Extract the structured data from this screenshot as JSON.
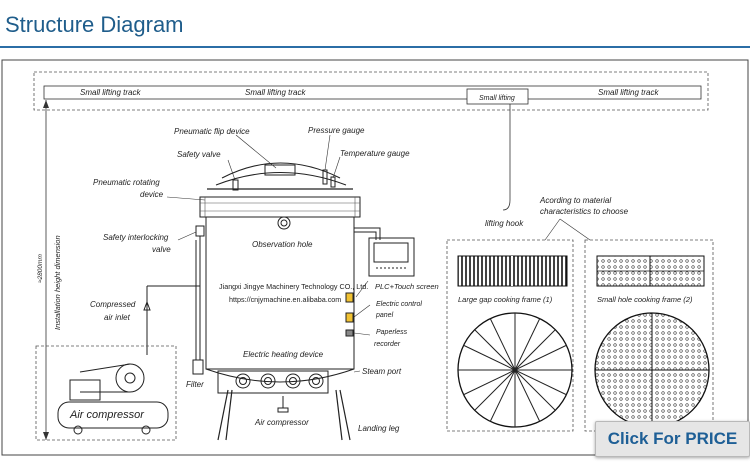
{
  "header": {
    "title": "Structure Diagram"
  },
  "labels": {
    "track_left": "Small lifting track",
    "track_mid": "Small lifting track",
    "track_box": "Small lifting",
    "track_right": "Small lifting track",
    "install_dim": "Installation height dimension",
    "dim_value": "≈2800mm",
    "flip_device": "Pneumatic flip device",
    "pressure_gauge": "Pressure gauge",
    "safety_valve": "Safety valve",
    "temp_gauge": "Temperature gauge",
    "rotating_1": "Pneumatic rotating",
    "rotating_2": "device",
    "interlock_1": "Safety interlocking",
    "interlock_2": "valve",
    "observation": "Observation hole",
    "compressed_1": "Compressed",
    "compressed_2": "air inlet",
    "company": "Jiangxi Jingye Machinery Technology CO., Ltd.",
    "website": "https://cnjymachine.en.alibaba.com",
    "plc": "PLC+Touch screen",
    "control_1": "Electric control",
    "control_2": "panel",
    "paperless_1": "Paperless",
    "paperless_2": "recorder",
    "heating": "Electric heating device",
    "steam": "Steam port",
    "filter": "Filter",
    "air_comp_box": "Air compressor",
    "air_comp_label": "Air compressor",
    "landing": "Landing leg",
    "hook": "lifting hook",
    "according_1": "Acording to material",
    "according_2": "characteristics to choose",
    "frame1": "Large gap cooking frame (1)",
    "frame2": "Small hole cooking frame (2)"
  },
  "cta": {
    "label": "Click For PRICE"
  }
}
